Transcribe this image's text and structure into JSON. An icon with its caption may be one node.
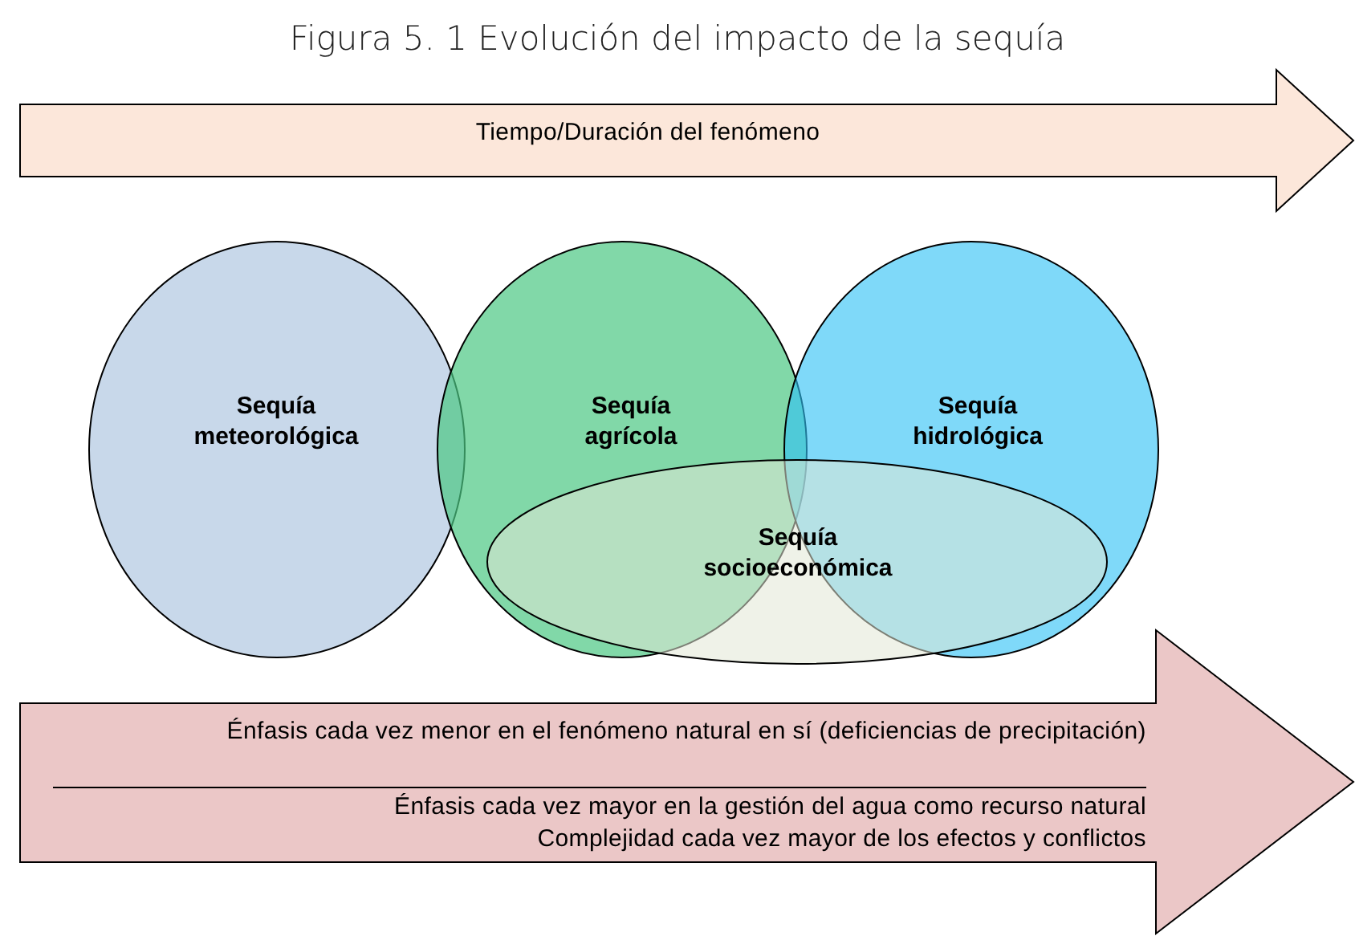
{
  "diagram": {
    "title": "Figura 5. 1 Evolución del impacto de la sequía",
    "nodes": [
      {
        "text": [
          "Tiempo/Duración del fenómeno"
        ]
      },
      {
        "text": [
          "Sequía meteorológica"
        ]
      },
      {
        "text": [
          "Sequía agrícola"
        ]
      },
      {
        "text": [
          "Sequía hidrológica"
        ]
      },
      {
        "text": [
          "Sequía socioeconómica"
        ]
      },
      {
        "text": [
          "Énfasis cada vez menor en el fenómeno natural en sí (deficiencias de precipitación)",
          "Énfasis cada vez mayor en la gestión del agua como recurso natural",
          "Complejidad cada vez mayor de los efectos y conflictos"
        ]
      }
    ]
  }
}
